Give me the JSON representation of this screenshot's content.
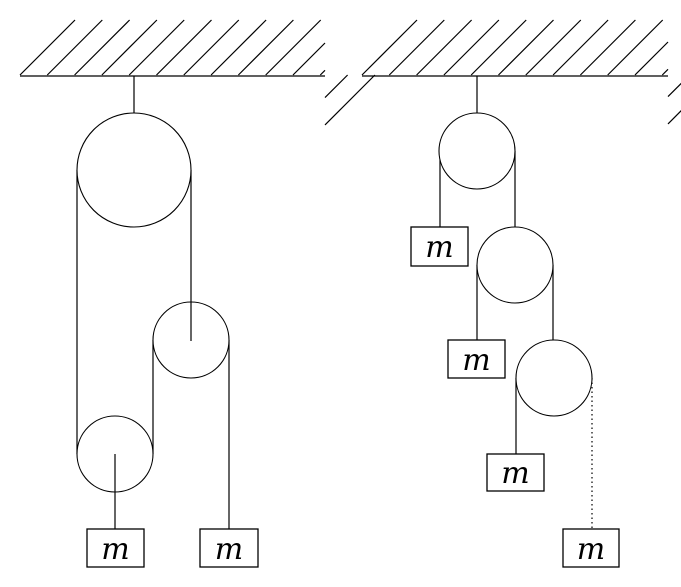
{
  "diagram": {
    "left_system": {
      "masses": [
        {
          "label": "m"
        },
        {
          "label": "m"
        }
      ]
    },
    "right_system": {
      "masses": [
        {
          "label": "m"
        },
        {
          "label": "m"
        },
        {
          "label": "m"
        },
        {
          "label": "m"
        }
      ]
    }
  }
}
